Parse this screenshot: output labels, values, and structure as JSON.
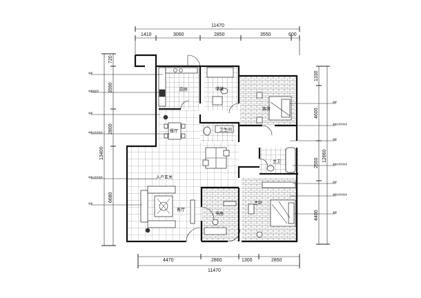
{
  "dimensions": {
    "top_total": "11470",
    "top_segments": [
      "1410",
      "3060",
      "2850",
      "3550",
      "600"
    ],
    "bottom_total": "11470",
    "bottom_segments": [
      "4470",
      "2860",
      "1300",
      "2850"
    ],
    "left_segments": [
      "720",
      "3590",
      "2800",
      "6680"
    ],
    "left_total": "13400",
    "right_segments": [
      "1330",
      "4600",
      "2550",
      "4400"
    ],
    "right_total": "12660"
  },
  "rooms": {
    "kitchen": "厨房",
    "storage": "储藏",
    "bedroom_ne": "客房",
    "dining": "餐厅",
    "bathroom_center": "卫生间",
    "bathroom_master": "主卫",
    "entry": "入户玄关",
    "living": "客厅",
    "study": "书房",
    "master_bedroom": "主卧"
  },
  "notes": {
    "left": [
      "墙面",
      "墙面壁画饰",
      "墙面",
      "墙面白色乳胶漆",
      "墙面白色乳胶漆",
      "墙面"
    ],
    "right": [
      "墙面",
      "墙面白色乳胶漆",
      "墙面",
      "墙面白色乳胶漆",
      "墙面",
      "墙面白色乳胶漆",
      "墙面"
    ]
  }
}
